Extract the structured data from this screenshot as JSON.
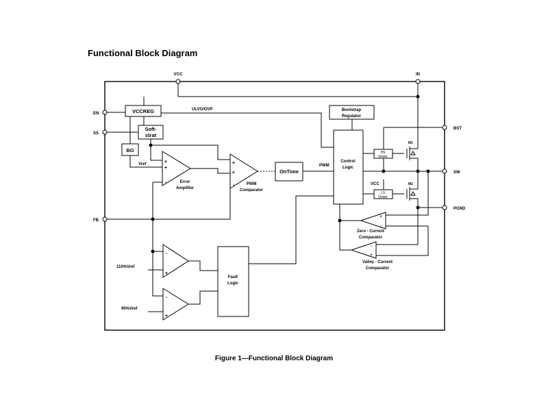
{
  "title": "Functional Block Diagram",
  "caption": "Figure 1—Functional Block Diagram",
  "pins": {
    "vcc": "VCC",
    "in": "IN",
    "en": "EN",
    "ss": "SS",
    "fb": "FB",
    "bst": "BST",
    "sw": "SW",
    "pgnd": "PGND"
  },
  "blocks": {
    "vccreg": "VCCREG",
    "softstart_l1": "Soft-",
    "softstart_l2": "strat",
    "bg": "BG",
    "bootstrap_l1": "Bootstrap",
    "bootstrap_l2": "Regulator",
    "control_l1": "Control",
    "control_l2": "Logic",
    "ontime": "OnTime",
    "fault_l1": "Fault",
    "fault_l2": "Logic",
    "hs_l1": "HS",
    "hs_l2": "Driver",
    "ls_l1": "LS",
    "ls_l2": "Driver"
  },
  "labels": {
    "ulvo": "ULVO/OVP",
    "vref": "Vref",
    "pwm": "PWM",
    "vcc_driver": "VCC",
    "m1": "M1",
    "m2": "M2",
    "err_l1": "Error",
    "err_l2": "Amplifier",
    "pwmc_l1": "PWM",
    "pwmc_l2": "Comparator",
    "zero_l1": "Zero - Current",
    "zero_l2": "Comparator",
    "valley_l1": "Valley - Current",
    "valley_l2": "Comparator",
    "ov_ref": "110%Vref",
    "uv_ref": "90%Vref"
  }
}
